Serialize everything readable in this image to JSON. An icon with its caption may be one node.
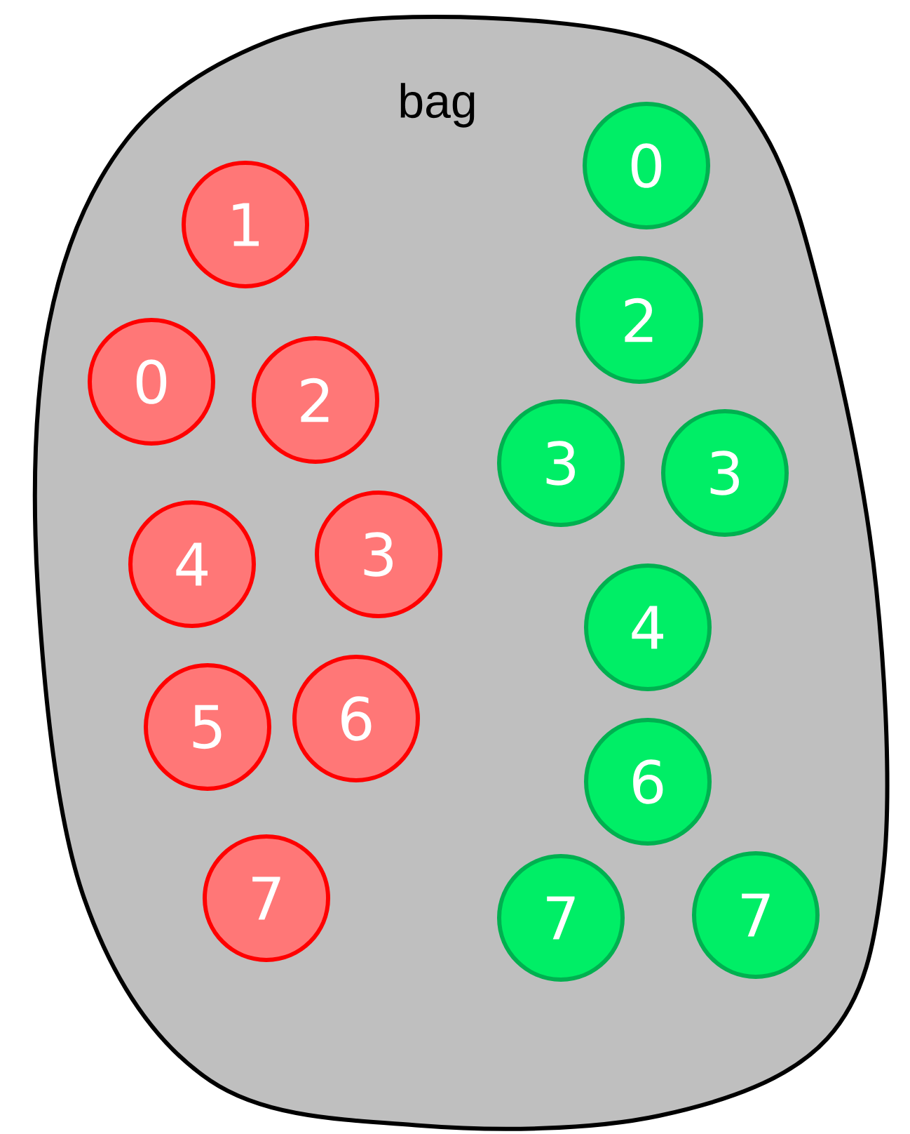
{
  "diagram": {
    "nodes": [
      {
        "text": [
          "bag"
        ]
      },
      {
        "text": [
          "1"
        ],
        "in": 0
      },
      {
        "text": [
          "0"
        ],
        "in": 0
      },
      {
        "text": [
          "2"
        ],
        "in": 0
      },
      {
        "text": [
          "4"
        ],
        "in": 0
      },
      {
        "text": [
          "3"
        ],
        "in": 0
      },
      {
        "text": [
          "5"
        ],
        "in": 0
      },
      {
        "text": [
          "6"
        ],
        "in": 0
      },
      {
        "text": [
          "7"
        ],
        "in": 0
      },
      {
        "text": [
          "0"
        ],
        "in": 0
      },
      {
        "text": [
          "2"
        ],
        "in": 0
      },
      {
        "text": [
          "3"
        ],
        "in": 0
      },
      {
        "text": [
          "3"
        ],
        "in": 0
      },
      {
        "text": [
          "4"
        ],
        "in": 0
      },
      {
        "text": [
          "6"
        ],
        "in": 0
      },
      {
        "text": [
          "7"
        ],
        "in": 0
      },
      {
        "text": [
          "7"
        ],
        "in": 0
      }
    ]
  }
}
